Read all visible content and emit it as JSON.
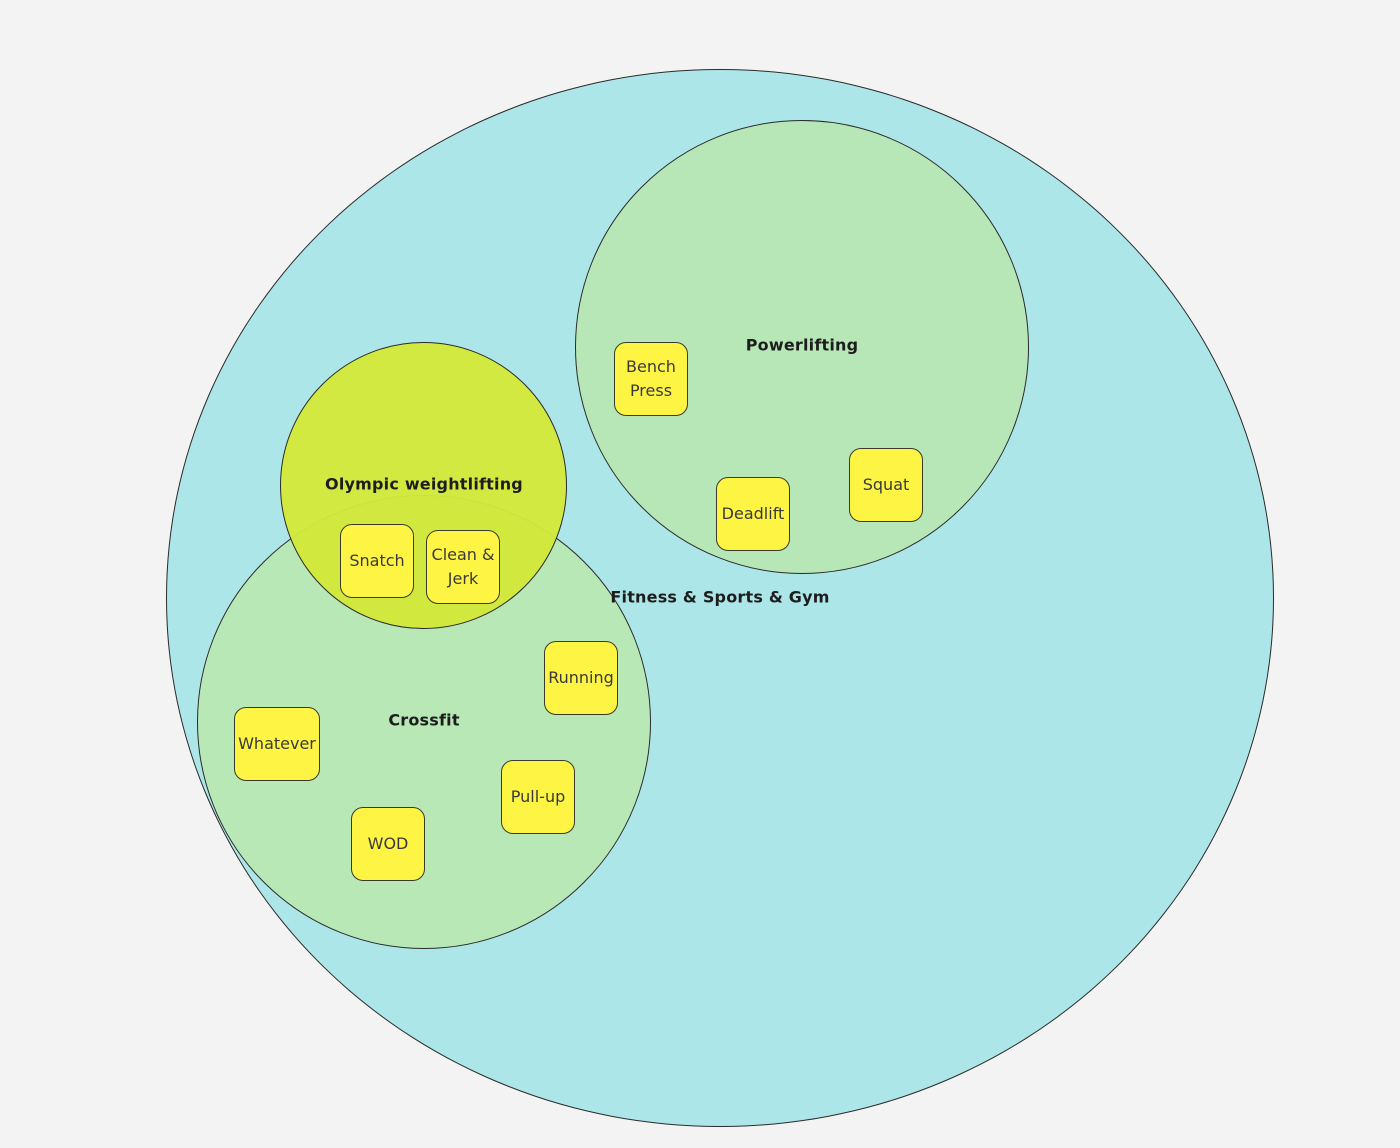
{
  "diagram": {
    "sets": {
      "outer": {
        "label": "Fitness & Sports & Gym",
        "color": "#ade6e8"
      },
      "powerlifting": {
        "label": "Powerlifting",
        "color": "#b7e7b6"
      },
      "olympic": {
        "label": "Olympic weightlifting",
        "color": "#d2e83a"
      },
      "crossfit": {
        "label": "Crossfit",
        "color": "#b8e7b4"
      }
    },
    "notes": {
      "bench_press": {
        "line1": "Bench",
        "line2": "Press"
      },
      "deadlift": "Deadlift",
      "squat": "Squat",
      "snatch": "Snatch",
      "clean_jerk": {
        "line1": "Clean &",
        "line2": "Jerk"
      },
      "running": "Running",
      "whatever": "Whatever",
      "pull_up": "Pull-up",
      "wod": "WOD"
    },
    "note_color": "#fef444"
  }
}
